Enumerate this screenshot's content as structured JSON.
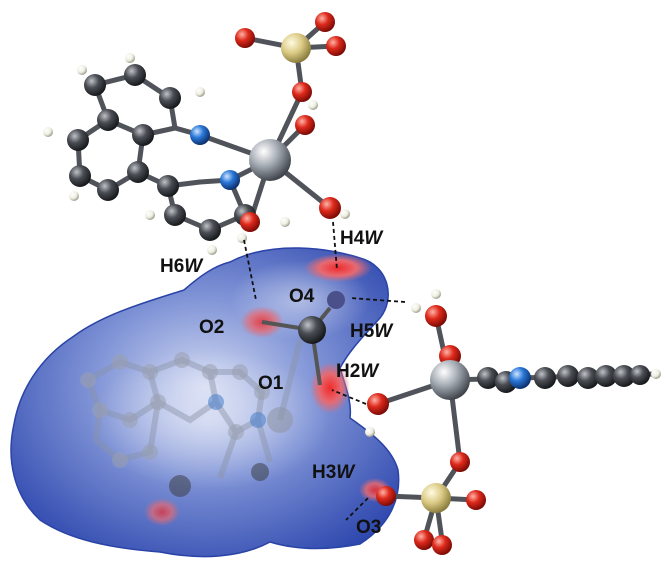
{
  "labels": {
    "h6w": {
      "base": "H6",
      "suffix": "W"
    },
    "h4w": {
      "base": "H4",
      "suffix": "W"
    },
    "o4": {
      "base": "O4",
      "suffix": ""
    },
    "o2": {
      "base": "O2",
      "suffix": ""
    },
    "h5w": {
      "base": "H5",
      "suffix": "W"
    },
    "o1": {
      "base": "O1",
      "suffix": ""
    },
    "h2w": {
      "base": "H2",
      "suffix": "W"
    },
    "h3w": {
      "base": "H3",
      "suffix": "W"
    },
    "o3": {
      "base": "O3",
      "suffix": ""
    }
  },
  "colors": {
    "surface_blue": "#3a55b8",
    "surface_light": "#c9d2ee",
    "contact_red": "#e0303a",
    "oxygen": "#d8241c",
    "carbon": "#3a3d42",
    "nitrogen": "#1f6fd0",
    "hydrogen": "#f2f2ea",
    "metal": "#a7adb5",
    "sulfur": "#d9c884"
  }
}
